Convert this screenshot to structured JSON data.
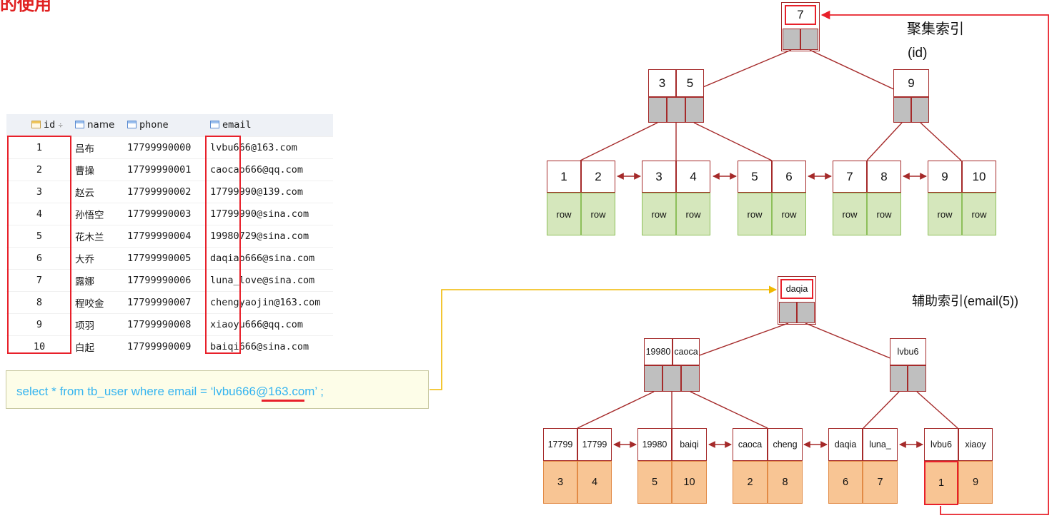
{
  "page_title": "的使用",
  "table": {
    "columns": [
      {
        "label": "id",
        "sort_mark": "÷"
      },
      {
        "label": "name"
      },
      {
        "label": "phone"
      },
      {
        "label": "email"
      }
    ],
    "rows": [
      {
        "id": "1",
        "name": "吕布",
        "phone": "17799990000",
        "email": "lvbu666@163.com"
      },
      {
        "id": "2",
        "name": "曹操",
        "phone": "17799990001",
        "email": "caocao666@qq.com"
      },
      {
        "id": "3",
        "name": "赵云",
        "phone": "17799990002",
        "email": "17799990@139.com"
      },
      {
        "id": "4",
        "name": "孙悟空",
        "phone": "17799990003",
        "email": "17799990@sina.com"
      },
      {
        "id": "5",
        "name": "花木兰",
        "phone": "17799990004",
        "email": "19980729@sina.com"
      },
      {
        "id": "6",
        "name": "大乔",
        "phone": "17799990005",
        "email": "daqiao666@sina.com"
      },
      {
        "id": "7",
        "name": "露娜",
        "phone": "17799990006",
        "email": "luna_love@sina.com"
      },
      {
        "id": "8",
        "name": "程咬金",
        "phone": "17799990007",
        "email": "chengyaojin@163.com"
      },
      {
        "id": "9",
        "name": "项羽",
        "phone": "17799990008",
        "email": "xiaoyu666@qq.com"
      },
      {
        "id": "10",
        "name": "白起",
        "phone": "17799990009",
        "email": "baiqi666@sina.com"
      }
    ]
  },
  "sql": {
    "query": "select * from tb_user where email = ‘lvbu666@163.com’ ;"
  },
  "clustered_index": {
    "title": "聚集索引",
    "subtitle": "(id)",
    "root": [
      "7"
    ],
    "internal": [
      [
        "3",
        "5"
      ],
      [
        "9"
      ]
    ],
    "leaves": [
      [
        "1",
        "2"
      ],
      [
        "3",
        "4"
      ],
      [
        "5",
        "6"
      ],
      [
        "7",
        "8"
      ],
      [
        "9",
        "10"
      ]
    ],
    "row_label": "row"
  },
  "secondary_index": {
    "title": "辅助索引(email(5))",
    "root": [
      "daqia"
    ],
    "internal": [
      [
        "19980",
        "caoca"
      ],
      [
        "lvbu6"
      ]
    ],
    "leaves": [
      {
        "keys": [
          "17799",
          "17799"
        ],
        "ids": [
          "3",
          "4"
        ]
      },
      {
        "keys": [
          "19980",
          "baiqi"
        ],
        "ids": [
          "5",
          "10"
        ]
      },
      {
        "keys": [
          "caoca",
          "cheng"
        ],
        "ids": [
          "2",
          "8"
        ]
      },
      {
        "keys": [
          "daqia",
          "luna_"
        ],
        "ids": [
          "6",
          "7"
        ]
      },
      {
        "keys": [
          "lvbu6",
          "xiaoy"
        ],
        "ids": [
          "1",
          "9"
        ]
      }
    ]
  },
  "colors": {
    "highlight": "#e8202a",
    "tree_line": "#a52a2a",
    "pointer_cell": "#bfbfbf",
    "row_cell": "#d5e7bc",
    "id_cell": "#f8c594",
    "query_arrow": "#f0b800",
    "sql_text": "#34b4f0"
  }
}
